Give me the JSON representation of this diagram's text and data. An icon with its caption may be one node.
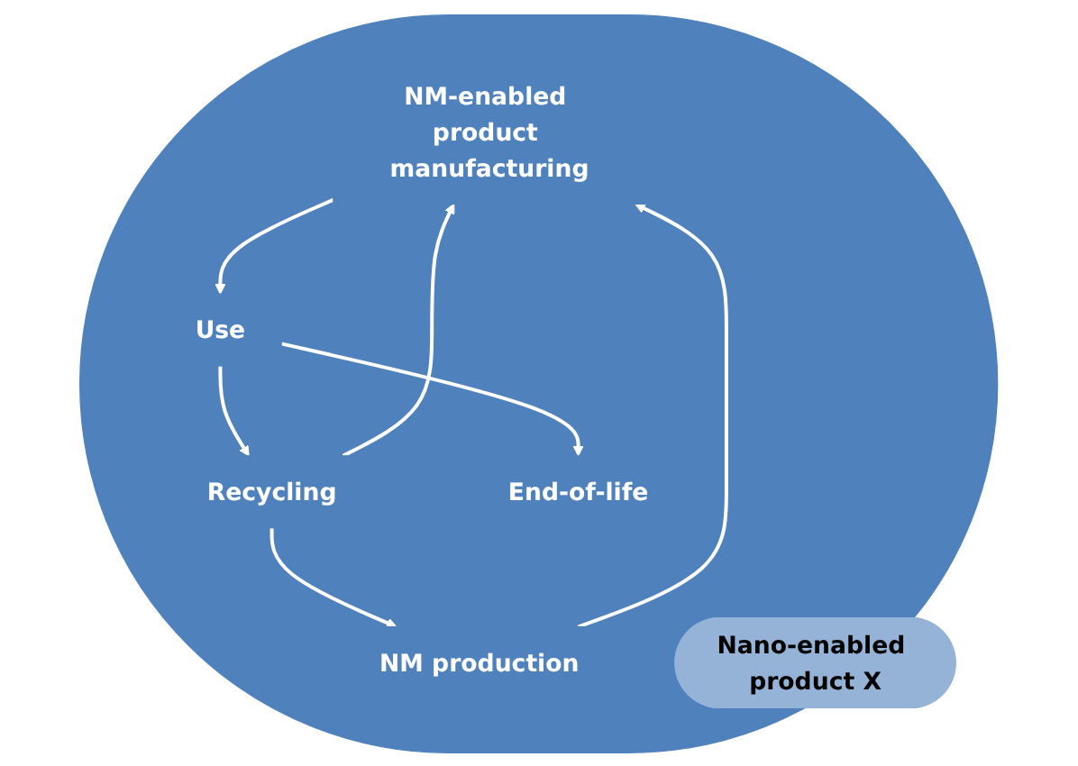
{
  "diagram": {
    "nodes": [
      {
        "text": [],
        "shape": "ellipse"
      },
      {
        "text": [
          "NM-enabled product manufacturing"
        ],
        "in": 0
      },
      {
        "text": [
          "NM production"
        ],
        "in": 0
      },
      {
        "text": [
          "Nano-enabled product X"
        ],
        "in": 0
      },
      {
        "text": [
          "Use"
        ],
        "in": 0
      },
      {
        "text": [
          "Recycling"
        ],
        "in": 0
      },
      {
        "text": [
          "End-of-life"
        ],
        "in": 0
      }
    ],
    "edges": [
      {
        "from": 2,
        "to": 1,
        "arrow": "to"
      },
      {
        "from": 1,
        "to": 4,
        "arrow": "to"
      },
      {
        "from": 4,
        "to": 5,
        "arrow": "to"
      },
      {
        "from": 4,
        "to": 6,
        "arrow": "to"
      },
      {
        "from": 5,
        "to": 2,
        "arrow": "to"
      },
      {
        "from": 5,
        "to": 1,
        "arrow": "to"
      }
    ]
  }
}
